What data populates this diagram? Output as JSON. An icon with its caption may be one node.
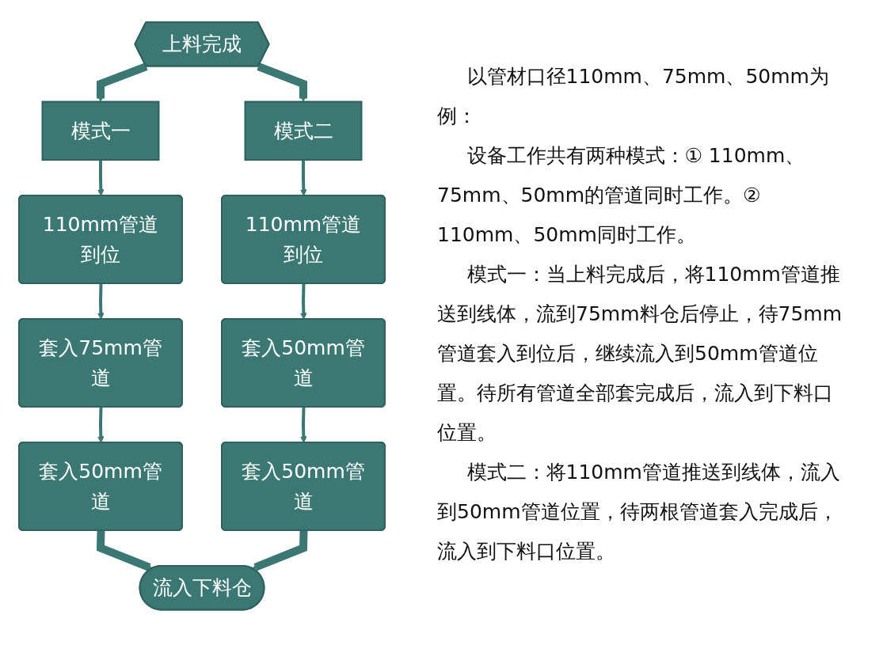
{
  "diagram": {
    "nodes": [
      {
        "text": [
          "上料完成"
        ]
      },
      {
        "text": [
          "模式一"
        ]
      },
      {
        "text": [
          "模式二"
        ]
      },
      {
        "text": [
          "110mm管道到位"
        ]
      },
      {
        "text": [
          "套入75mm管道"
        ]
      },
      {
        "text": [
          "套入50mm管道"
        ]
      },
      {
        "text": [
          "110mm管道到位"
        ]
      },
      {
        "text": [
          "套入50mm管道"
        ]
      },
      {
        "text": [
          "套入50mm管道"
        ]
      },
      {
        "text": [
          "流入下料仓"
        ]
      }
    ],
    "edges": [
      {
        "from": 0,
        "to": 1,
        "arrow": "to",
        "style": "thick"
      },
      {
        "from": 0,
        "to": 2,
        "arrow": "to",
        "style": "thick"
      },
      {
        "from": 1,
        "to": 3,
        "arrow": "to"
      },
      {
        "from": 3,
        "to": 4,
        "arrow": "to"
      },
      {
        "from": 4,
        "to": 5,
        "arrow": "to"
      },
      {
        "from": 2,
        "to": 6,
        "arrow": "to"
      },
      {
        "from": 6,
        "to": 7,
        "arrow": "to"
      },
      {
        "from": 7,
        "to": 8,
        "arrow": "to"
      },
      {
        "from": 5,
        "to": 9,
        "arrow": "to",
        "style": "thick"
      },
      {
        "from": 8,
        "to": 9,
        "arrow": "to",
        "style": "thick"
      }
    ],
    "labels": [
      "以管材口径110mm、75mm、50mm为例：",
      "设备工作共有两种模式：① 110mm、75mm、50mm的管道同时工作。② 110mm、50mm同时工作。",
      "模式一：当上料完成后，将110mm管道推送到线体，流到75mm料仓后停止，待75mm管道套入到位后，继续流入到50mm管道位置。待所有管道全部套完成后，流入到下料口位置。",
      "模式二：将110mm管道推送到线体，流入到50mm管道位置，待两根管道套入完成后，流入到下料口位置。"
    ]
  }
}
